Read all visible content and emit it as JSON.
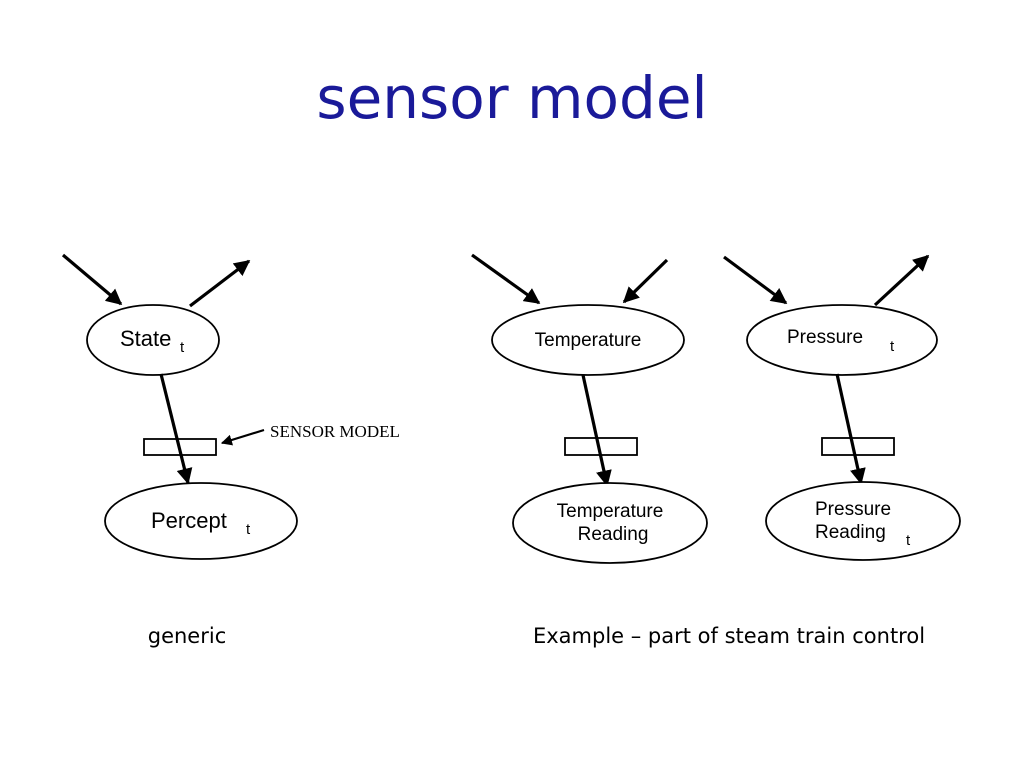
{
  "title": "sensor model",
  "colors": {
    "title": "#1a1a99",
    "stroke": "#000000",
    "background": "#ffffff"
  },
  "generic": {
    "state": {
      "label": "State",
      "subscript": "t"
    },
    "sensor_model_label": "SENSOR MODEL",
    "percept": {
      "label": "Percept",
      "subscript": "t"
    },
    "caption": "generic"
  },
  "example": {
    "temperature": {
      "label": "Temperature"
    },
    "temperature_reading": {
      "line1": "Temperature",
      "line2": "Reading"
    },
    "pressure": {
      "label": "Pressure",
      "subscript": "t"
    },
    "pressure_reading": {
      "line1": "Pressure",
      "line2": "Reading",
      "subscript": "t"
    },
    "caption": "Example – part of steam train control"
  }
}
